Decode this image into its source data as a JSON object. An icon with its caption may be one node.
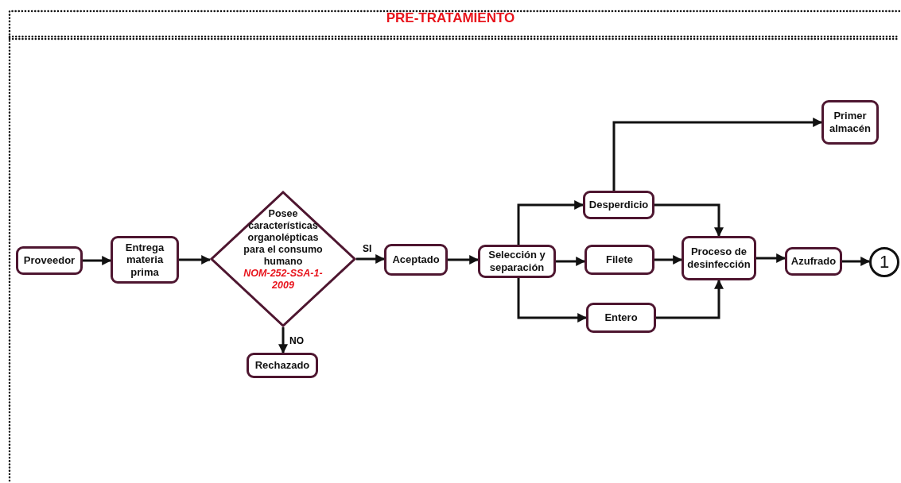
{
  "diagram": {
    "title": "PRE-TRATAMIENTO",
    "nodes": [
      {
        "text": [
          "Proveedor"
        ]
      },
      {
        "text": [
          "Entrega materia prima"
        ]
      },
      {
        "text": [
          "Posee características organolépticas para el consumo humano",
          "NOM-252-SSA-1-2009"
        ]
      },
      {
        "text": [
          "Aceptado"
        ]
      },
      {
        "text": [
          "Selección y separación"
        ]
      },
      {
        "text": [
          "Desperdicio"
        ]
      },
      {
        "text": [
          "Filete"
        ]
      },
      {
        "text": [
          "Entero"
        ]
      },
      {
        "text": [
          "Proceso de desinfección"
        ]
      },
      {
        "text": [
          "Azufrado"
        ]
      },
      {
        "text": [
          "Primer almacén"
        ]
      },
      {
        "text": [
          "Rechazado"
        ]
      },
      {
        "text": [
          "1"
        ]
      }
    ],
    "edges": [
      {
        "from": 0,
        "to": 1,
        "arrow": "to"
      },
      {
        "from": 1,
        "to": 2,
        "arrow": "to"
      },
      {
        "from": 2,
        "to": 3,
        "label": "SI",
        "arrow": "to"
      },
      {
        "from": 2,
        "to": 11,
        "label": "NO",
        "arrow": "to"
      },
      {
        "from": 3,
        "to": 4,
        "arrow": "to"
      },
      {
        "from": 4,
        "to": 5,
        "arrow": "to"
      },
      {
        "from": 4,
        "to": 6,
        "arrow": "to"
      },
      {
        "from": 4,
        "to": 7,
        "arrow": "to"
      },
      {
        "from": 5,
        "to": 10,
        "arrow": "to"
      },
      {
        "from": 5,
        "to": 8,
        "arrow": "to"
      },
      {
        "from": 6,
        "to": 8,
        "arrow": "to"
      },
      {
        "from": 7,
        "to": 8,
        "arrow": "to"
      },
      {
        "from": 8,
        "to": 9,
        "arrow": "to"
      },
      {
        "from": 9,
        "to": 12,
        "arrow": "to"
      }
    ]
  }
}
